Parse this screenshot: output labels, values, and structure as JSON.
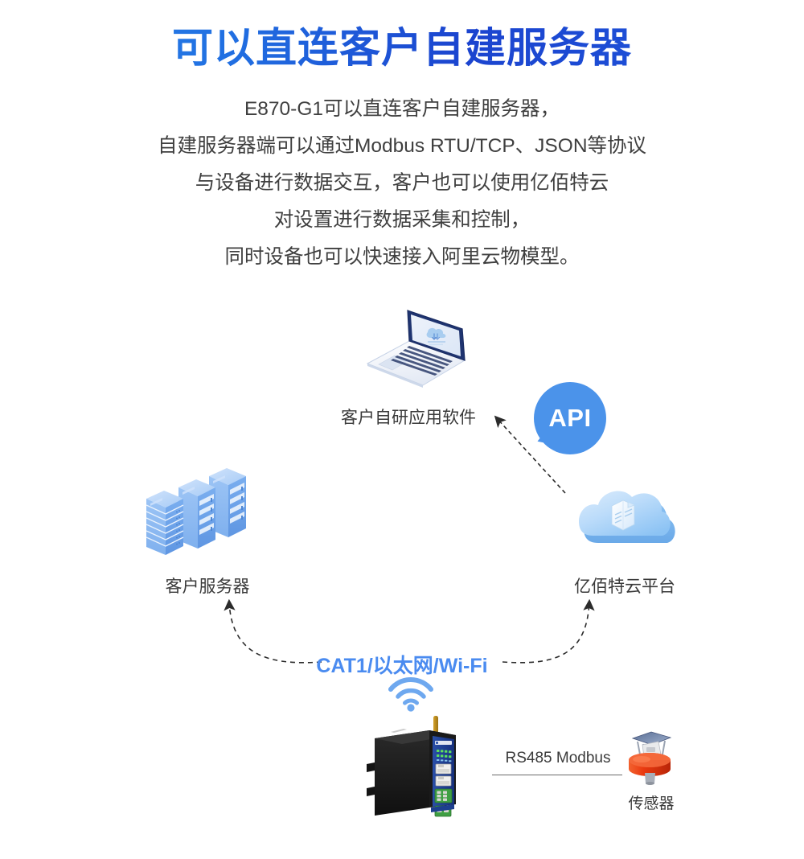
{
  "title": "可以直连客户自建服务器",
  "paragraph": [
    "E870-G1可以直连客户自建服务器，",
    "自建服务器端可以通过Modbus RTU/TCP、JSON等协议",
    "与设备进行数据交互，客户也可以使用亿佰特云",
    "对设置进行数据采集和控制，",
    "同时设备也可以快速接入阿里云物模型。"
  ],
  "diagram": {
    "laptop_label": "客户自研应用软件",
    "api_label": "API",
    "cloud_label": "亿佰特云平台",
    "server_label": "客户服务器",
    "network_label": "CAT1/以太网/Wi-Fi",
    "bus_label": "RS485 Modbus",
    "sensor_label": "传感器",
    "icons": {
      "laptop": "laptop-icon",
      "cloud": "cloud-icon",
      "server": "server-stack-icon",
      "wifi": "wifi-icon",
      "device": "gateway-device-icon",
      "sensor": "sensor-icon"
    }
  },
  "colors": {
    "title_gradient_start": "#2a86e8",
    "title_gradient_end": "#1f58dd",
    "accent_blue": "#4a8bf0",
    "api_bubble": "#4b93ea",
    "cloud_light": "#cfe6fb",
    "cloud_dark": "#8cc4f4",
    "server_blue": "#7fb2f0",
    "body_text": "#3f3f3f",
    "sensor_red": "#e8380d",
    "device_body": "#1b1b1b",
    "device_panel": "#1d3f8f",
    "terminal_green": "#41a846"
  }
}
